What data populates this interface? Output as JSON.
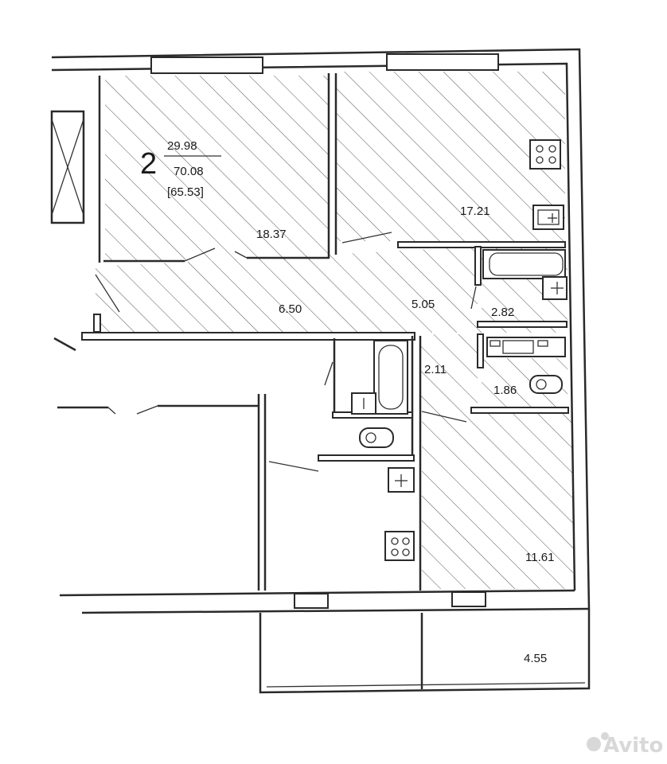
{
  "plan": {
    "rooms_count": "2",
    "living_area": "29.98",
    "total_area": "70.08",
    "area_excl_balcony": "[65.53]"
  },
  "rooms": {
    "room_1": "18.37",
    "kitchen": "17.21",
    "hallway": "6.50",
    "corridor": "5.05",
    "bathroom": "2.82",
    "closet": "2.11",
    "toilet": "1.86",
    "room_2": "11.61",
    "balcony": "4.55"
  },
  "watermark": "Avito",
  "colors": {
    "line": "#2a2a2a",
    "hatch": "#555555",
    "background": "#ffffff"
  },
  "icons": [
    "stove-icon",
    "sink-icon",
    "bathtub-icon",
    "toilet-icon",
    "washbasin-icon"
  ]
}
